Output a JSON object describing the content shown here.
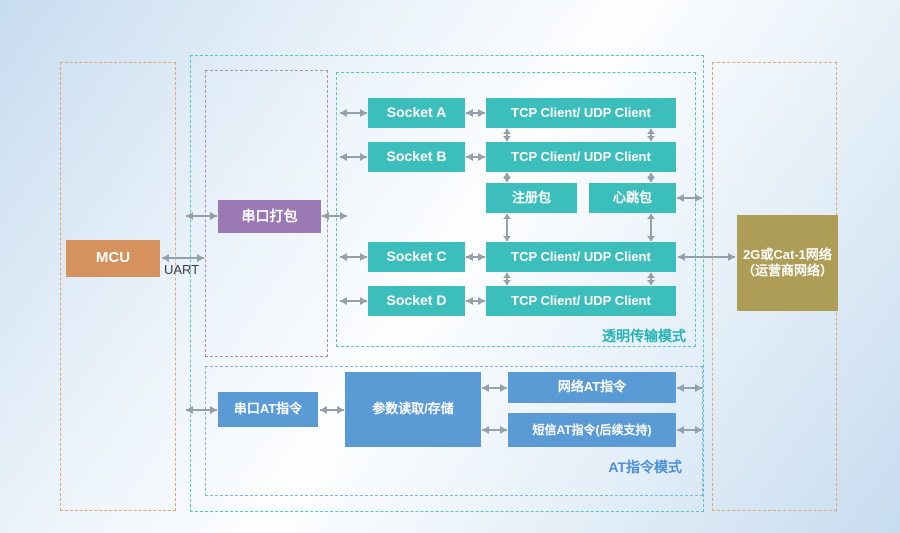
{
  "diagram": {
    "left": {
      "mcu": "MCU",
      "uart": "UART"
    },
    "module": {
      "serial_pack": "串口打包",
      "transparent": {
        "sockets": [
          "Socket A",
          "Socket B",
          "Socket C",
          "Socket D"
        ],
        "tcp_udp": "TCP Client/ UDP Client",
        "register_packet": "注册包",
        "heartbeat_packet": "心跳包",
        "mode_label": "透明传输模式"
      },
      "at": {
        "serial_at": "串口AT指令",
        "param_rw": "参数读取/存储",
        "network_at": "网络AT指令",
        "sms_at": "短信AT指令(后续支持)",
        "mode_label": "AT指令模式"
      }
    },
    "right": {
      "network_line1": "2G或Cat-1网络",
      "network_line2": "（运营商网络）"
    },
    "colors": {
      "teal": "#3cbfbc",
      "purple": "#9a79b5",
      "orange": "#d6925e",
      "khaki": "#ad9d57",
      "blue": "#5b9bd5",
      "arrow": "#94a0ab"
    }
  }
}
